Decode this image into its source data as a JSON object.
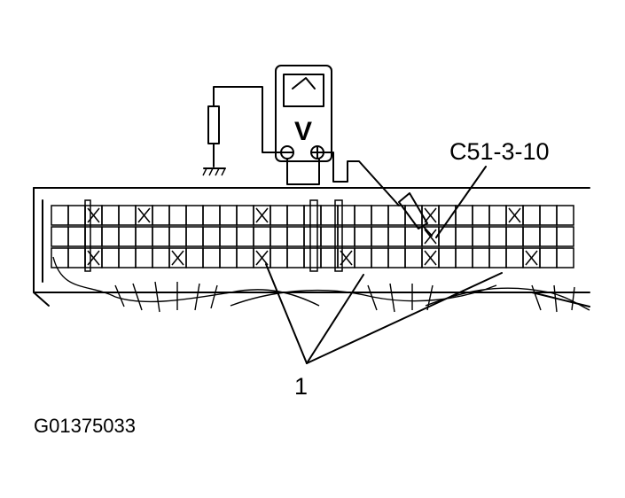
{
  "meter": {
    "unit_label": "V"
  },
  "labels": {
    "terminal": "C51-3-10",
    "callout_number": "1",
    "figure_id": "G01375033"
  },
  "colors": {
    "ink": "#000000",
    "paper": "#ffffff"
  }
}
